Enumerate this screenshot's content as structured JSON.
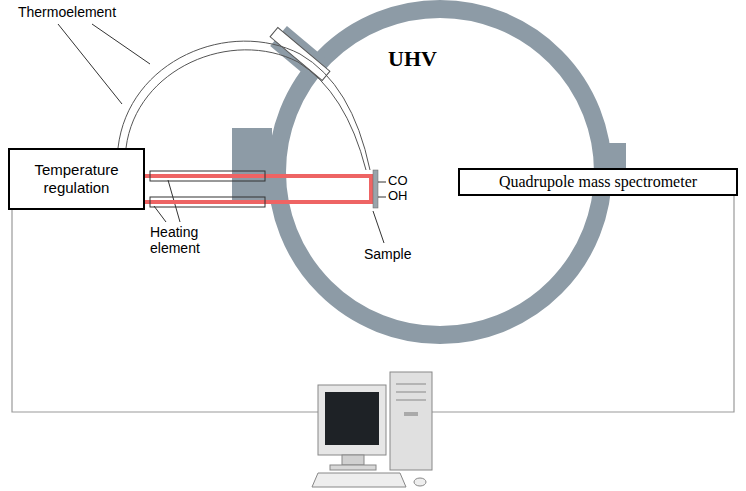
{
  "diagram": {
    "nodes": [
      {
        "text": [
          "UHV"
        ]
      },
      {
        "text": [
          "Temperature regulation"
        ]
      },
      {
        "text": [
          "Quadrupole mass spectrometer"
        ]
      }
    ],
    "labels": [
      "Thermoelement",
      "CO",
      "OH",
      "Heating element",
      "Sample"
    ]
  }
}
